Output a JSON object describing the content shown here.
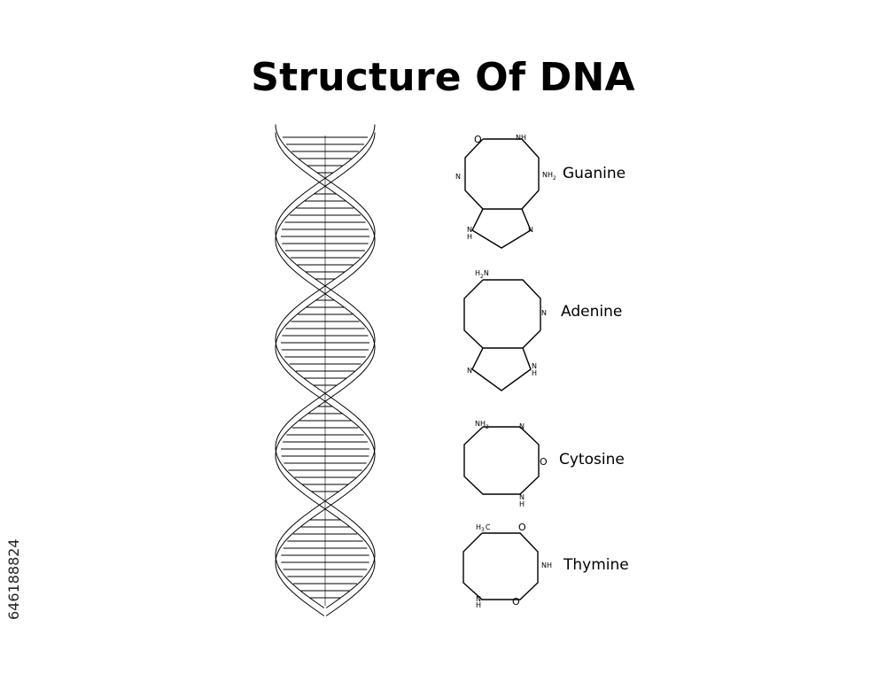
{
  "title": "Structure Of DNA",
  "stock_id": "646188824",
  "bases": [
    {
      "name": "Guanine",
      "atoms": {
        "o": "O",
        "nh": "NH",
        "nh2": "NH",
        "nh2_sub": "2",
        "n_left": "N",
        "nh_bottom": "N",
        "nh_bottom_h": "H",
        "n_right": "N"
      }
    },
    {
      "name": "Adenine",
      "atoms": {
        "h2n": "H",
        "h2n_sub": "2",
        "h2n_n": "N",
        "n_right": "N",
        "n_left": "N",
        "nh_right": "N",
        "nh_right_h": "H"
      }
    },
    {
      "name": "Cytosine",
      "atoms": {
        "nh2": "NH",
        "nh2_sub": "2",
        "n_top": "N",
        "o": "O",
        "nh_bottom": "N",
        "nh_bottom_h": "H"
      }
    },
    {
      "name": "Thymine",
      "atoms": {
        "h3c": "H",
        "h3c_sub": "3",
        "h3c_c": "C",
        "o_top": "O",
        "nh": "NH",
        "nh_bottom": "N",
        "nh_bottom_h": "H",
        "o_bottom": "O"
      }
    }
  ],
  "colors": {
    "line": "#000000",
    "background": "#ffffff"
  }
}
